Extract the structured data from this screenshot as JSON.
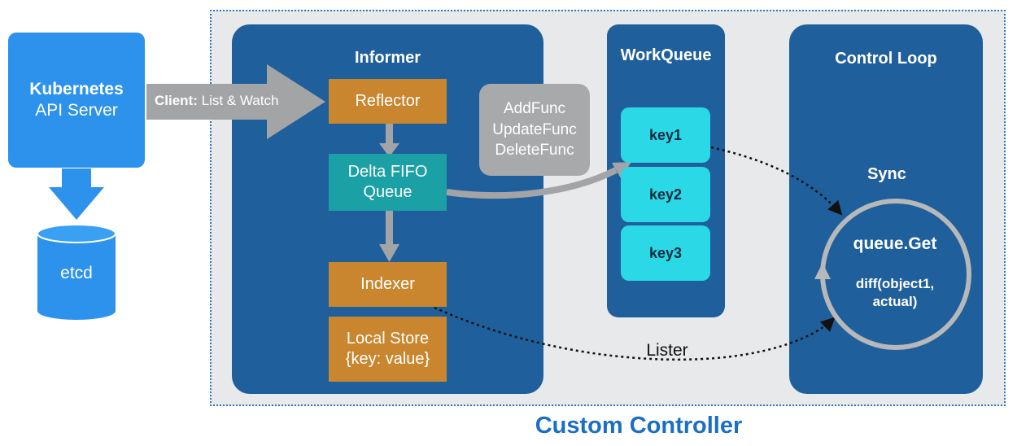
{
  "api_server": {
    "title": "Kubernetes",
    "subtitle": "API Server"
  },
  "etcd": {
    "label": "etcd"
  },
  "client_arrow": {
    "prefix": "Client:",
    "text": "List & Watch"
  },
  "informer": {
    "title": "Informer",
    "reflector": "Reflector",
    "delta_fifo": [
      "Delta FIFO",
      "Queue"
    ],
    "indexer": "Indexer",
    "local_store": [
      "Local Store",
      "{key: value}"
    ]
  },
  "handlers": [
    "AddFunc",
    "UpdateFunc",
    "DeleteFunc"
  ],
  "workqueue": {
    "title": "WorkQueue",
    "keys": [
      "key1",
      "key2",
      "key3"
    ]
  },
  "control_loop": {
    "title": "Control Loop",
    "sync_label": "Sync",
    "queue_get": "queue.Get",
    "diff": [
      "diff(object1,",
      "actual)"
    ]
  },
  "lister_label": "Lister",
  "custom_controller_label": "Custom Controller",
  "colors": {
    "panel": "#1f5f9b",
    "frame_border": "#2f79c0",
    "api_blue": "#2d92ec",
    "orange": "#c9862f",
    "teal": "#1aa0a5",
    "cyan": "#2ad8e6",
    "gray": "#a8a9ab"
  }
}
